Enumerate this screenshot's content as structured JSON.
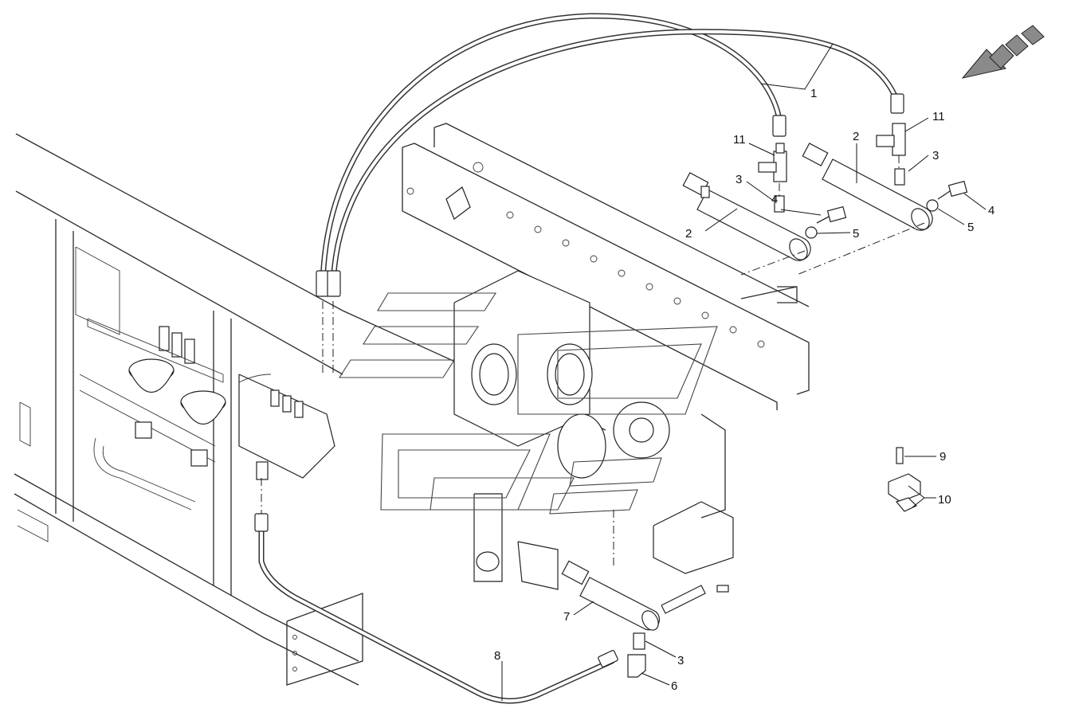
{
  "callouts": [
    {
      "id": "c1",
      "text": "1"
    },
    {
      "id": "c2a",
      "text": "2"
    },
    {
      "id": "c2b",
      "text": "2"
    },
    {
      "id": "c3a",
      "text": "3"
    },
    {
      "id": "c3b",
      "text": "3"
    },
    {
      "id": "c3c",
      "text": "3"
    },
    {
      "id": "c4a",
      "text": "4"
    },
    {
      "id": "c4b",
      "text": "4"
    },
    {
      "id": "c5a",
      "text": "5"
    },
    {
      "id": "c5b",
      "text": "5"
    },
    {
      "id": "c6",
      "text": "6"
    },
    {
      "id": "c7",
      "text": "7"
    },
    {
      "id": "c8",
      "text": "8"
    },
    {
      "id": "c9",
      "text": "9"
    },
    {
      "id": "c10",
      "text": "10"
    },
    {
      "id": "c11a",
      "text": "11"
    },
    {
      "id": "c11b",
      "text": "11"
    }
  ],
  "icons": {
    "direction_arrow": "travel-direction-arrow-icon",
    "watermark": "brand-watermark"
  },
  "colors": {
    "line": "#2a2a2a",
    "background": "#ffffff",
    "arrow_fill": "#8a8a8a"
  }
}
